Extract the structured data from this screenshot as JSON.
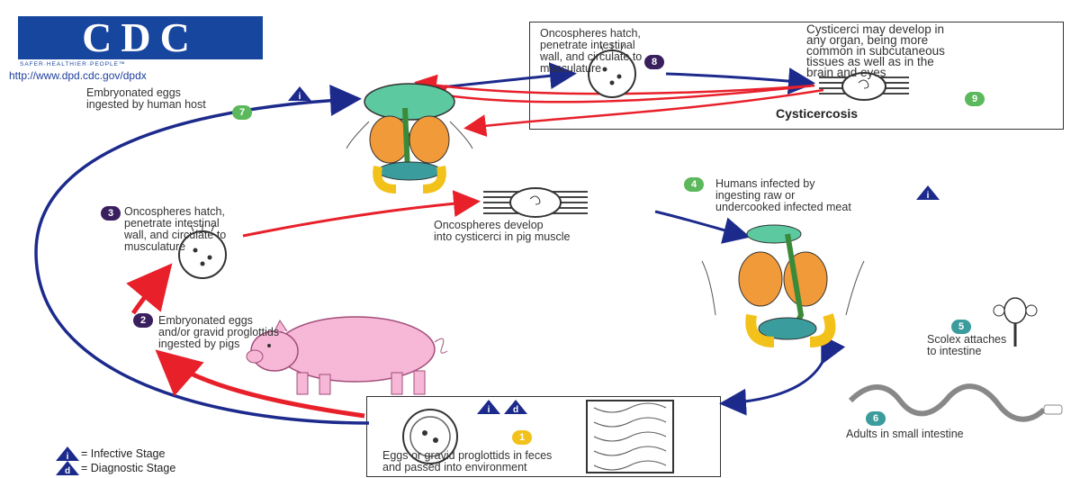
{
  "logo": {
    "text": "CDC",
    "tagline": "SAFER·HEALTHIER·PEOPLE™",
    "url": "http://www.dpd.cdc.gov/dpdx"
  },
  "colors": {
    "red": "#e8202a",
    "blue": "#1c2a8c",
    "green": "#5cb85c",
    "purple": "#3a1f5e",
    "teal": "#3a9c9c",
    "yellow": "#f2c21a",
    "navy": "#17469e",
    "lung": "#f19a3a",
    "brain": "#5cc9a0",
    "pig": "#f6b8d6"
  },
  "steps": {
    "s1": {
      "num": "1",
      "text": "Eggs or gravid proglottids in feces\nand passed into environment"
    },
    "s2": {
      "num": "2",
      "text": "Embryonated eggs\nand/or gravid proglottids\ningested by pigs"
    },
    "s3": {
      "num": "3",
      "text": "Oncospheres hatch,\npenetrate intestinal\nwall, and circulate to\nmusculature"
    },
    "s3b": {
      "text": "Oncospheres develop\ninto cysticerci in pig muscle"
    },
    "s4": {
      "num": "4",
      "text": "Humans infected by\ningesting raw or\nundercooked infected meat"
    },
    "s5": {
      "num": "5",
      "text": "Scolex attaches\nto intestine"
    },
    "s6": {
      "num": "6",
      "text": "Adults in small intestine"
    },
    "s7": {
      "num": "7",
      "text": "Embryonated eggs\ningested by human host"
    },
    "s8": {
      "num": "8",
      "text": "Oncospheres hatch,\npenetrate intestinal\nwall, and circulate to\nmusculature"
    },
    "s9": {
      "num": "9",
      "text": "Cysticerci may develop in\nany organ, being more\ncommon in subcutaneous\ntissues as well as in the\nbrain and eyes"
    }
  },
  "cysticercosis_label": "Cysticercosis",
  "badges": {
    "infective": "i",
    "diagnostic": "d"
  },
  "legend": {
    "infective": "= Infective Stage",
    "diagnostic": "= Diagnostic Stage"
  }
}
